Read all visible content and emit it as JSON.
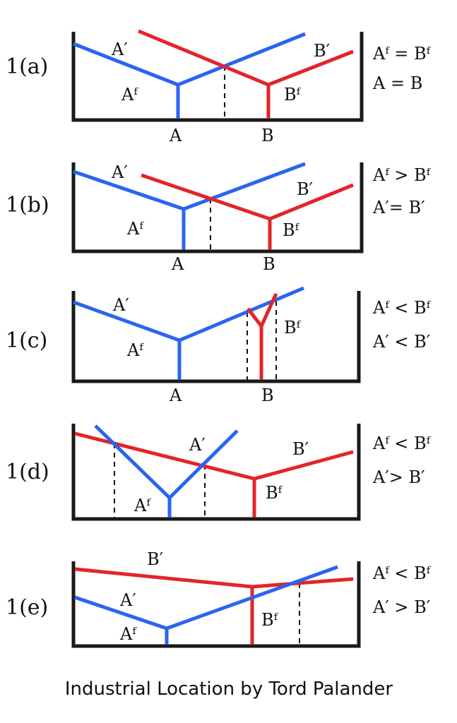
{
  "caption": "Industrial Location by Tord Palander",
  "colors": {
    "frame": "#1a1a1a",
    "blue": "#2a64f0",
    "red": "#e3242b",
    "dash": "#111111",
    "background": "#ffffff"
  },
  "panels": [
    {
      "id": "1(a)",
      "label": "1(a)",
      "blue_lines": [
        "A′",
        "Aᶠ"
      ],
      "red_lines": [
        "B′",
        "Bᶠ"
      ],
      "base_labels": [
        "A",
        "B"
      ],
      "relations": [
        "Aᶠ = Bᶠ",
        "A = B"
      ]
    },
    {
      "id": "1(b)",
      "label": "1(b)",
      "blue_lines": [
        "A′",
        "Aᶠ"
      ],
      "red_lines": [
        "B′",
        "Bᶠ"
      ],
      "base_labels": [
        "A",
        "B"
      ],
      "relations": [
        "Aᶠ > Bᶠ",
        "A′= B′"
      ]
    },
    {
      "id": "1(c)",
      "label": "1(c)",
      "blue_lines": [
        "A′",
        "Aᶠ"
      ],
      "red_lines": [
        "Bᶠ"
      ],
      "base_labels": [
        "A",
        "B"
      ],
      "relations": [
        "Aᶠ < Bᶠ",
        "A′ < B′"
      ]
    },
    {
      "id": "1(d)",
      "label": "1(d)",
      "blue_lines": [
        "A′",
        "Aᶠ"
      ],
      "red_lines": [
        "B′",
        "Bᶠ"
      ],
      "base_labels": [],
      "relations": [
        "Aᶠ < Bᶠ",
        "A′> B′"
      ]
    },
    {
      "id": "1(e)",
      "label": "1(e)",
      "blue_lines": [
        "A′",
        "Aᶠ"
      ],
      "red_lines": [
        "B′",
        "Bᶠ"
      ],
      "base_labels": [],
      "relations": [
        "Aᶠ < Bᶠ",
        "A′ > B′"
      ]
    }
  ]
}
